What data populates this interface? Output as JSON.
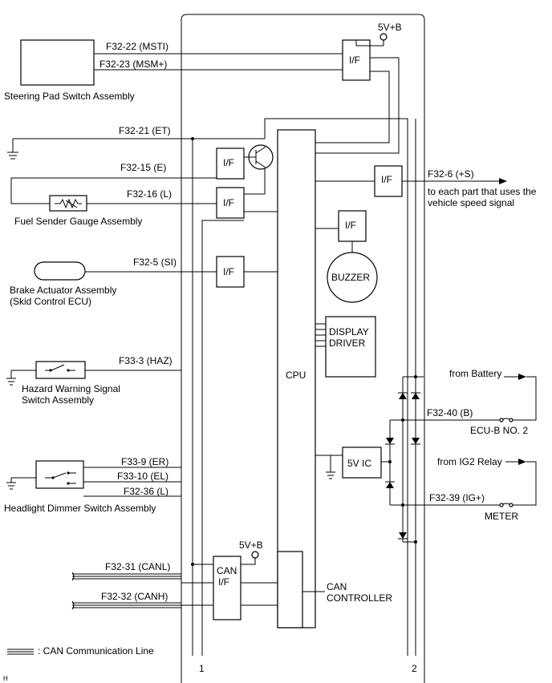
{
  "labels": {
    "pin_msti": "F32-22 (MSTI)",
    "pin_msm": "F32-23 (MSM+)",
    "steering": "Steering Pad Switch Assembly",
    "pin_et": "F32-21 (ET)",
    "pin_e": "F32-15 (E)",
    "pin_l16": "F32-16 (L)",
    "fuel": "Fuel Sender Gauge Assembly",
    "pin_si": "F32-5 (SI)",
    "brake1": "Brake Actuator Assembly",
    "brake2": "(Skid Control ECU)",
    "pin_haz": "F33-3 (HAZ)",
    "hazard1": "Hazard Warning Signal",
    "hazard2": "Switch Assembly",
    "pin_er": "F33-9 (ER)",
    "pin_el": "F33-10 (EL)",
    "pin_l36": "F32-36 (L)",
    "headlight": "Headlight Dimmer Switch Assembly",
    "pin_canl": "F32-31 (CANL)",
    "pin_canh": "F32-32 (CANH)",
    "legend": ": CAN Communication Line",
    "pin_s": "F32-6 (+S)",
    "speed1": "to each part that uses the",
    "speed2": "vehicle speed signal",
    "v5b_top": "5V+B",
    "v5b_can": "5V+B",
    "if": "I/F",
    "buzzer": "BUZZER",
    "display1": "DISPLAY",
    "display2": "DRIVER",
    "cpu": "CPU",
    "from_battery": "from Battery",
    "pin_b": "F32-40 (B)",
    "ecub": "ECU-B NO. 2",
    "vic": "5V IC",
    "from_ig2": "from IG2 Relay",
    "pin_ig": "F32-39 (IG+)",
    "meter": "METER",
    "can1": "CAN",
    "can2": "I/F",
    "canctrl1": "CAN",
    "canctrl2": "CONTROLLER",
    "ground1": "1",
    "ground2": "2",
    "corner": "H"
  }
}
